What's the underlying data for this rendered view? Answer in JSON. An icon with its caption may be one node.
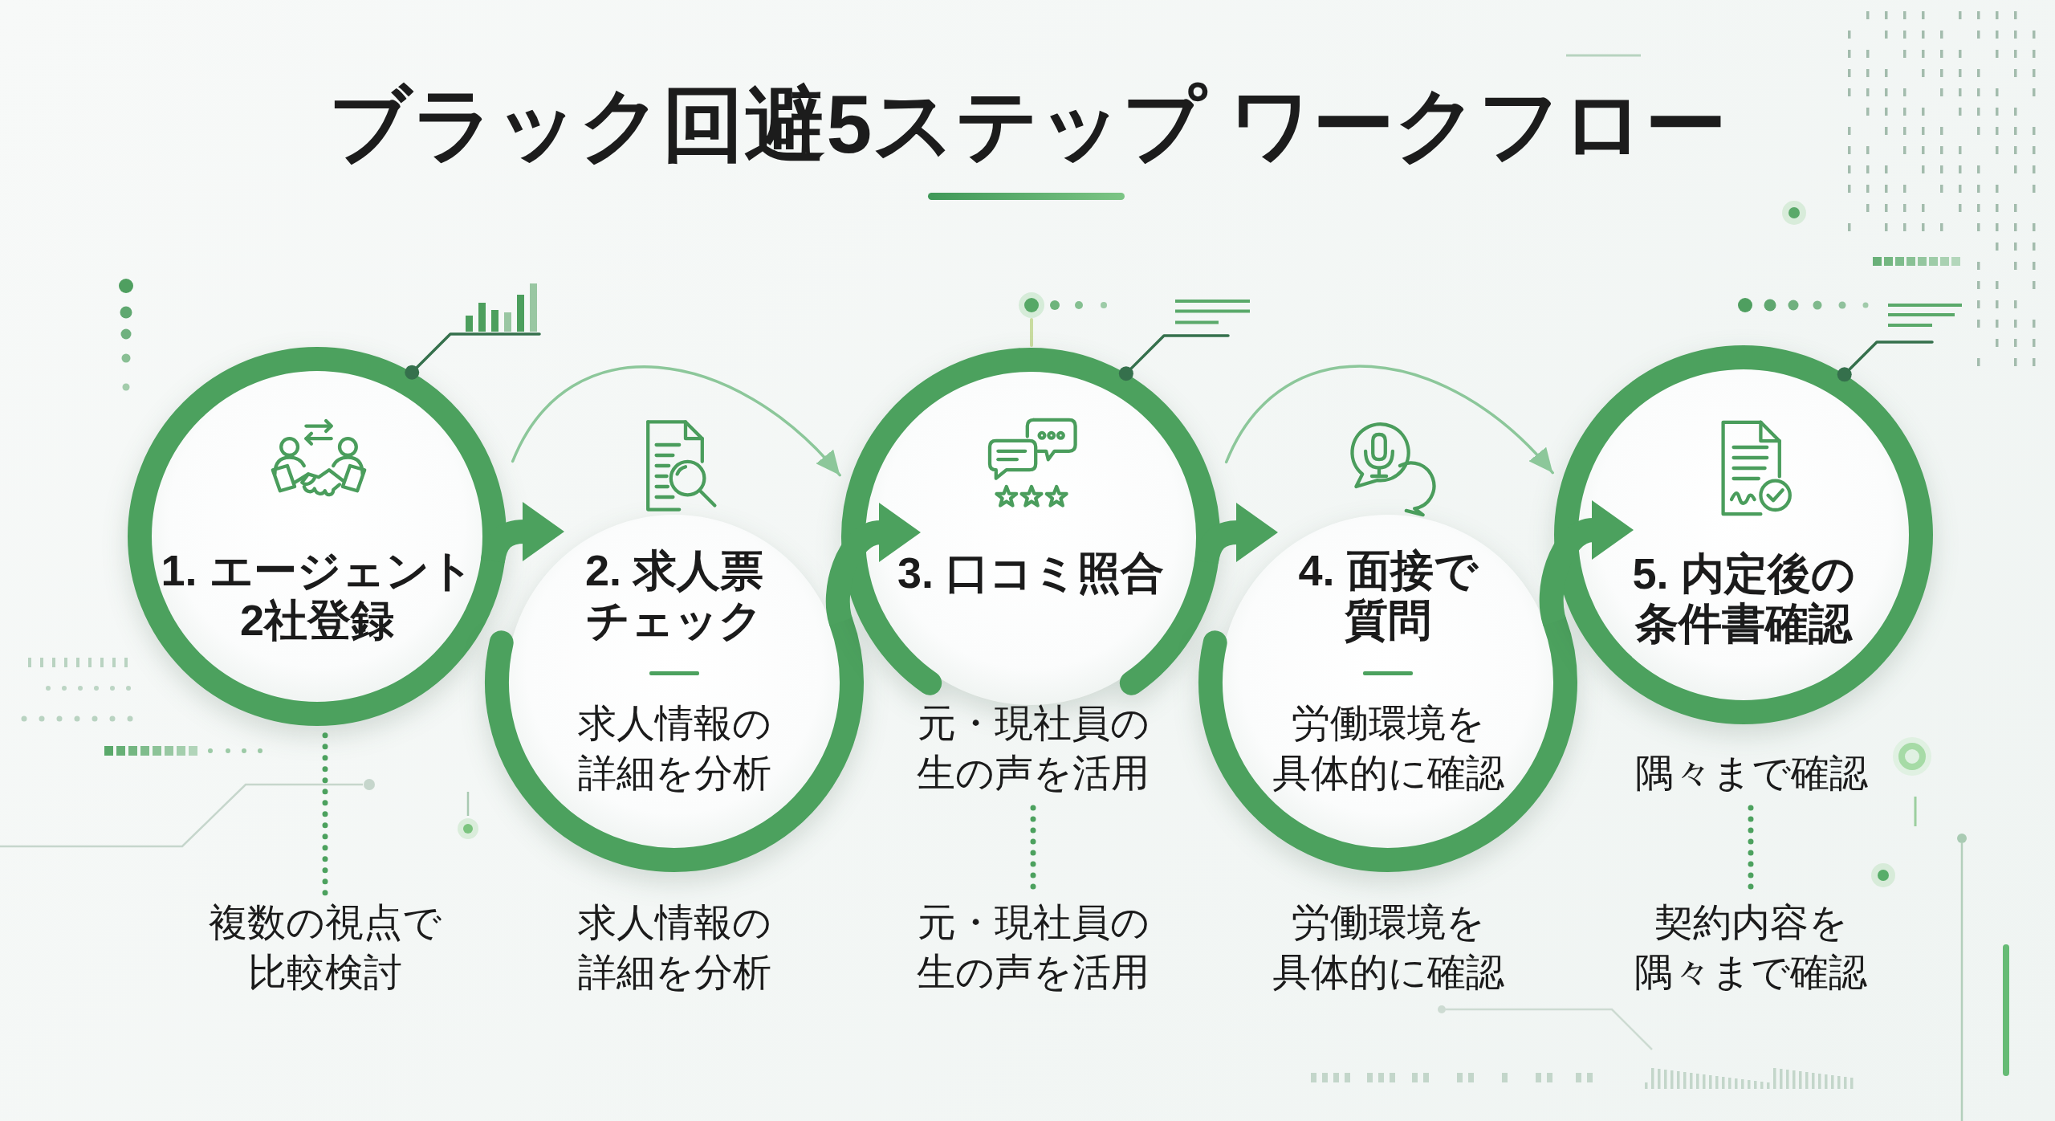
{
  "diagram": {
    "title": "ブラック回避5ステップ ワークフロー",
    "nodes": [
      {
        "text": [
          "1. エージェント2社登録"
        ]
      },
      {
        "text": [
          "2. 求人票チェック",
          "求人情報の詳細を分析"
        ]
      },
      {
        "text": [
          "3. 口コミ照合"
        ]
      },
      {
        "text": [
          "4. 面接で質問",
          "労働環境を具体的に確認"
        ]
      },
      {
        "text": [
          "5. 内定後の条件書確認"
        ]
      },
      {
        "text": [
          "元・現社員の生の声を活用"
        ]
      },
      {
        "text": [
          "隅々まで確認"
        ]
      },
      {
        "text": [
          "複数の視点で比較検討"
        ]
      },
      {
        "text": [
          "元・現社員の生の声を活用"
        ]
      },
      {
        "text": [
          "契約内容を隅々まで確認"
        ]
      },
      {
        "text": [],
        "shape": "picture"
      },
      {
        "text": [],
        "shape": "picture"
      },
      {
        "text": [],
        "shape": "picture"
      }
    ],
    "edges": [
      {
        "from": 0,
        "to": 1,
        "arrow": "to",
        "style": "thick"
      },
      {
        "from": 1,
        "to": 2,
        "arrow": "to",
        "style": "thick"
      },
      {
        "from": 2,
        "to": 3,
        "arrow": "to",
        "style": "thick"
      },
      {
        "from": 3,
        "to": 4,
        "arrow": "to",
        "style": "thick"
      },
      {
        "from": 0,
        "to": 2,
        "arrow": "to",
        "color": "#8cc79a"
      },
      {
        "from": 2,
        "to": 4,
        "arrow": "to",
        "color": "#8cc79a"
      },
      {
        "from": 0,
        "to": 7,
        "arrow": "none",
        "style": "dashed"
      },
      {
        "from": 5,
        "to": 8,
        "arrow": "none",
        "style": "dashed"
      },
      {
        "from": 6,
        "to": 9,
        "arrow": "none",
        "style": "dashed"
      },
      {
        "from": 0,
        "to": 10,
        "arrow": "other",
        "color": "#35704c"
      },
      {
        "from": 2,
        "to": 11,
        "arrow": "other",
        "color": "#35704c"
      },
      {
        "from": 4,
        "to": 12,
        "arrow": "other",
        "color": "#35704c"
      }
    ],
    "labels": [
      "求人情報の詳細を分析",
      "労働環境を具体的に確認"
    ]
  }
}
